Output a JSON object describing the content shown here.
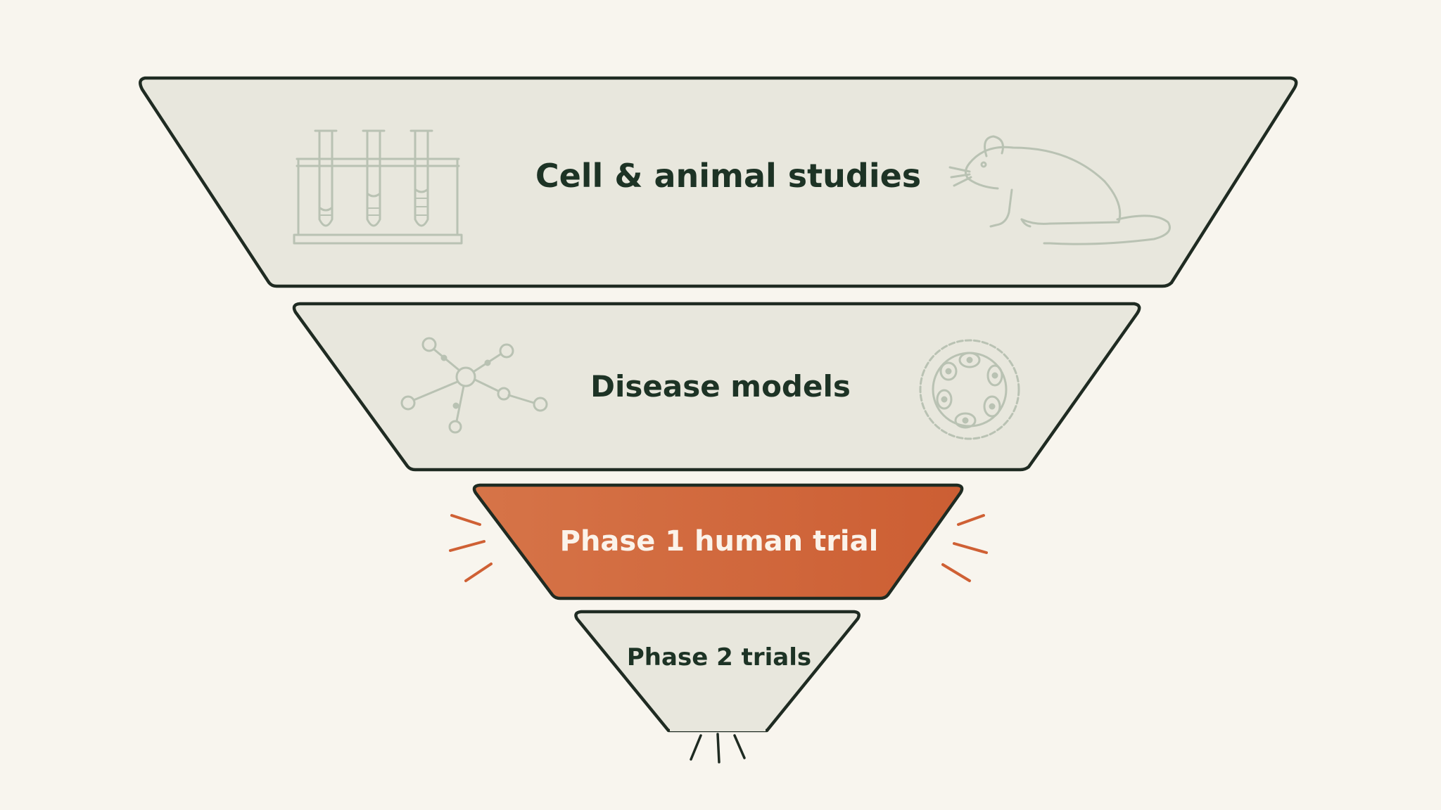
{
  "diagram": {
    "colors": {
      "background": "#f8f5ee",
      "stage_fill": "#e8e7dd",
      "outline": "#1f2b22",
      "text_dark": "#1d3325",
      "highlight_fill": "#d2663b",
      "highlight_text": "#fbf3ea",
      "sketch": "#b9c2b3",
      "burst": "#cf6034"
    },
    "stages": [
      {
        "id": "cell-animal",
        "label": "Cell & animal studies",
        "highlight": false
      },
      {
        "id": "disease-models",
        "label": "Disease models",
        "highlight": false
      },
      {
        "id": "phase-1",
        "label": "Phase 1 human trial",
        "highlight": true
      },
      {
        "id": "phase-2",
        "label": "Phase 2 trials",
        "highlight": false
      }
    ],
    "icons": {
      "stage_1_left": "test-tubes-icon",
      "stage_1_right": "mouse-icon",
      "stage_2_left": "molecule-network-icon",
      "stage_2_right": "cell-cluster-icon"
    }
  }
}
